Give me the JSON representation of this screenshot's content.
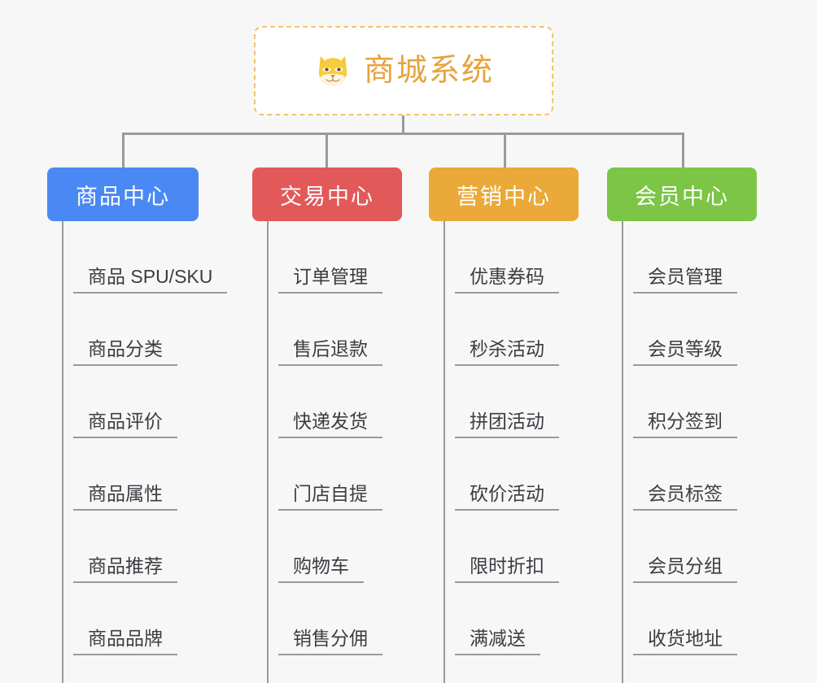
{
  "root": {
    "title": "商城系统",
    "icon": "shiba-dog-face-icon",
    "border_color": "#f3c36b",
    "text_color": "#e8a33d",
    "background": "#ffffff"
  },
  "canvas": {
    "background": "#f7f7f7",
    "connector_color": "#9a9a9a",
    "leaf_text_color": "#3b3d42"
  },
  "columns": [
    {
      "id": "product-center",
      "label": "商品中心",
      "color": "#4a89f3",
      "leaves": [
        "商品 SPU/SKU",
        "商品分类",
        "商品评价",
        "商品属性",
        "商品推荐",
        "商品品牌"
      ]
    },
    {
      "id": "trade-center",
      "label": "交易中心",
      "color": "#e2595a",
      "leaves": [
        "订单管理",
        "售后退款",
        "快递发货",
        "门店自提",
        "购物车",
        "销售分佣"
      ]
    },
    {
      "id": "marketing-center",
      "label": "营销中心",
      "color": "#eaa938",
      "leaves": [
        "优惠券码",
        "秒杀活动",
        "拼团活动",
        "砍价活动",
        "限时折扣",
        "满减送"
      ]
    },
    {
      "id": "member-center",
      "label": "会员中心",
      "color": "#7cc546",
      "leaves": [
        "会员管理",
        "会员等级",
        "积分签到",
        "会员标签",
        "会员分组",
        "收货地址"
      ]
    }
  ]
}
